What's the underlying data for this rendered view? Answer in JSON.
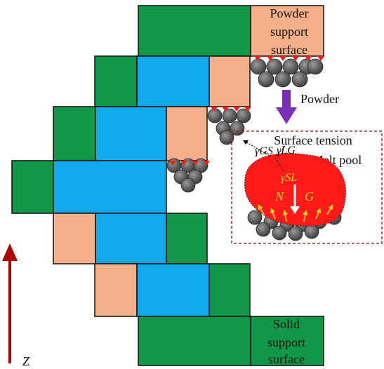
{
  "colors": {
    "green": "#109848",
    "blue": "#12aaee",
    "peach": "#f4b088",
    "sphere": "#5e5e5e",
    "melt_pool": "#ff1a1a",
    "arrow_purple": "#7a2fb8",
    "arrow_red": "#b30000",
    "force_arrow": "#ffd21f",
    "dashed_border": "#a03030"
  },
  "labels": {
    "powder_support": [
      "Powder",
      "support",
      "surface"
    ],
    "powder": "Powder",
    "surface_tension": "Surface tension",
    "gamma_gs": "γGS",
    "gamma_lg": "γLG",
    "melt_pool": "Melt pool",
    "gamma_sl": "γSL",
    "force_n": "N",
    "force_g": "G",
    "solid_support": [
      "Solid",
      "support",
      "surface"
    ],
    "axis_z": "Z"
  }
}
